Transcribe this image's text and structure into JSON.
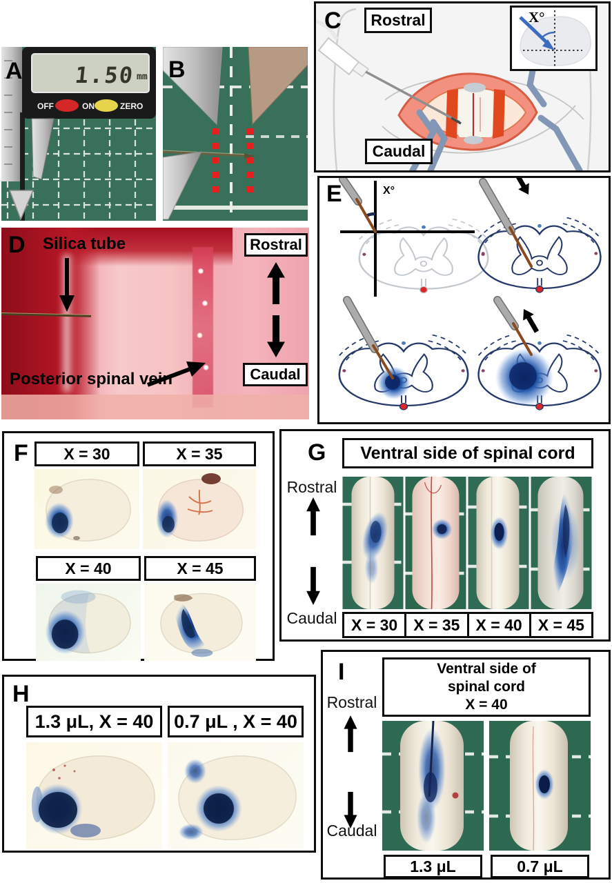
{
  "colors": {
    "mat_green": "#39705a",
    "dye_blue": "#1d4fa1",
    "alert_red": "#e61e1e",
    "wound_salmon": "#f29180",
    "retractor_blue": "#8296b6"
  },
  "panels": {
    "A": {
      "label": "A",
      "caliper": {
        "display_value": "1.50",
        "display_unit": "mm",
        "button_off": "OFF",
        "button_on": "ON",
        "button_zero": "ZERO"
      }
    },
    "B": {
      "label": "B"
    },
    "C": {
      "label": "C",
      "direction_top": "Rostral",
      "direction_bottom": "Caudal",
      "inset_angle_label": "X°"
    },
    "D": {
      "label": "D",
      "annotation_tube": "Silica tube",
      "annotation_vein": "Posterior spinal vein",
      "direction_top": "Rostral",
      "direction_bottom": "Caudal"
    },
    "E": {
      "label": "E",
      "angle_label": "X°"
    },
    "F": {
      "label": "F",
      "conditions": [
        "X = 30",
        "X = 35",
        "X = 40",
        "X = 45"
      ]
    },
    "G": {
      "label": "G",
      "title": "Ventral side of spinal cord",
      "direction_top": "Rostral",
      "direction_bottom": "Caudal",
      "conditions": [
        "X = 30",
        "X = 35",
        "X = 40",
        "X = 45"
      ]
    },
    "H": {
      "label": "H",
      "conditions": [
        "1.3 μL, X = 40",
        "0.7 μL , X = 40"
      ]
    },
    "I": {
      "label": "I",
      "title_lines": [
        "Ventral side of",
        "spinal cord",
        "X = 40"
      ],
      "direction_top": "Rostral",
      "direction_bottom": "Caudal",
      "conditions": [
        "1.3 μL",
        "0.7 μL"
      ]
    }
  }
}
